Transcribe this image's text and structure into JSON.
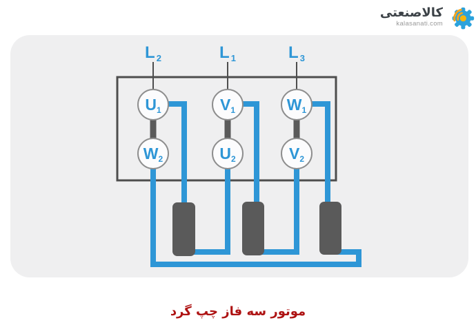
{
  "page": {
    "background": "#ffffff",
    "caption": "موتور سه فاز چپ گرد",
    "caption_color": "#ae1313"
  },
  "logo": {
    "brand": "کالاصنعتی",
    "domain": "kalasanati.com",
    "brand_color": "#3c4247",
    "domain_color": "#999999",
    "gear_color": "#2ba2dc",
    "signal_color": "#f6a41f",
    "hub_color": "#f7b50e",
    "icon": "gear-signal-icon"
  },
  "diagram": {
    "type": "three-phase-motor-terminal-wiring",
    "colors": {
      "panel": "#efeff0",
      "wire": "#2e96d6",
      "dark_parts": "#5a5a5a",
      "outline": "#4d4d4d",
      "terminal_ring": "#8e8e8e",
      "label_blue": "#2e96d6"
    },
    "supply_labels": [
      {
        "main": "L",
        "sub": "2"
      },
      {
        "main": "L",
        "sub": "1"
      },
      {
        "main": "L",
        "sub": "3"
      }
    ],
    "top_terminals": [
      {
        "main": "U",
        "sub": "1"
      },
      {
        "main": "V",
        "sub": "1"
      },
      {
        "main": "W",
        "sub": "1"
      }
    ],
    "bottom_terminals": [
      {
        "main": "W",
        "sub": "2"
      },
      {
        "main": "U",
        "sub": "2"
      },
      {
        "main": "V",
        "sub": "2"
      }
    ],
    "connections": [
      "L2-U1",
      "L1-V1",
      "L3-W1",
      "U1-link-W2",
      "V1-link-U2",
      "W1-link-V2",
      "U1-coil1-U2",
      "V1-coil2-V2",
      "W1-coil3-W2"
    ]
  }
}
